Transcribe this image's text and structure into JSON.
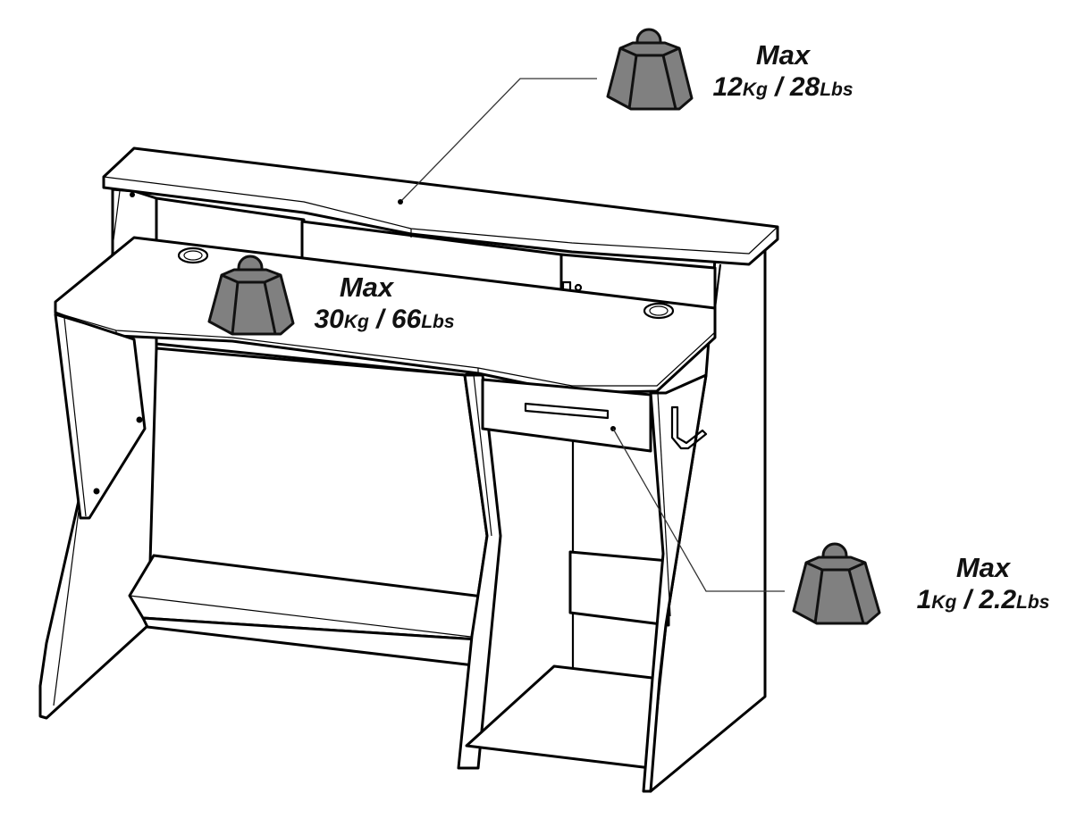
{
  "diagram": {
    "subject": "Desk with hutch shelf, drawer and lower shelves — maximum load indications",
    "colors": {
      "line": "#000000",
      "background": "#ffffff",
      "weight_fill": "#808080"
    }
  },
  "callouts": [
    {
      "id": "top-shelf",
      "target": "upper hutch shelf",
      "icon": "weight-icon",
      "max_label": "Max",
      "kg_value": "12",
      "kg_unit": "Kg",
      "separator": "/",
      "lbs_value": "28",
      "lbs_unit": "Lbs"
    },
    {
      "id": "desktop",
      "target": "main desktop surface",
      "icon": "weight-icon",
      "max_label": "Max",
      "kg_value": "30",
      "kg_unit": "Kg",
      "separator": "/",
      "lbs_value": "66",
      "lbs_unit": "Lbs"
    },
    {
      "id": "drawer",
      "target": "drawer",
      "icon": "weight-icon",
      "max_label": "Max",
      "kg_value": "1",
      "kg_unit": "Kg",
      "separator": "/",
      "lbs_value": "2.2",
      "lbs_unit": "Lbs"
    }
  ]
}
